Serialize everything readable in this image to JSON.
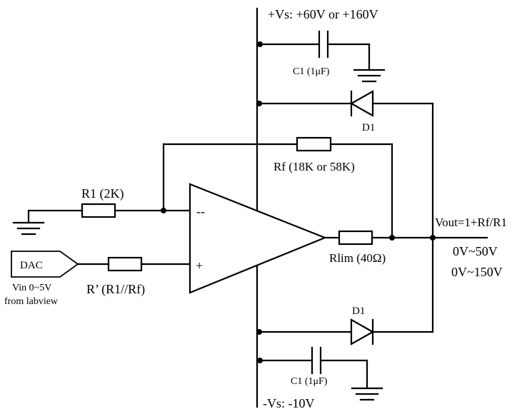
{
  "labels": {
    "vs_pos": "+Vs: +60V or +160V",
    "vs_neg": "-Vs: -10V",
    "c1_top": "C1 (1μF)",
    "c1_bottom": "C1 (1μF)",
    "d1_top": "D1",
    "d1_bottom": "D1",
    "rf": "Rf (18K or 58K)",
    "r1": "R1 (2K)",
    "r_prime": "R’ (R1//Rf)",
    "rlim": "Rlim (40Ω)",
    "vout": "Vout=1+Rf/R1",
    "range_1": "0V~50V",
    "range_2": "0V~150V",
    "dac": "DAC",
    "vin": "Vin 0~5V",
    "from_labview": "from labview",
    "minus_input": "--",
    "plus_input": "+"
  }
}
